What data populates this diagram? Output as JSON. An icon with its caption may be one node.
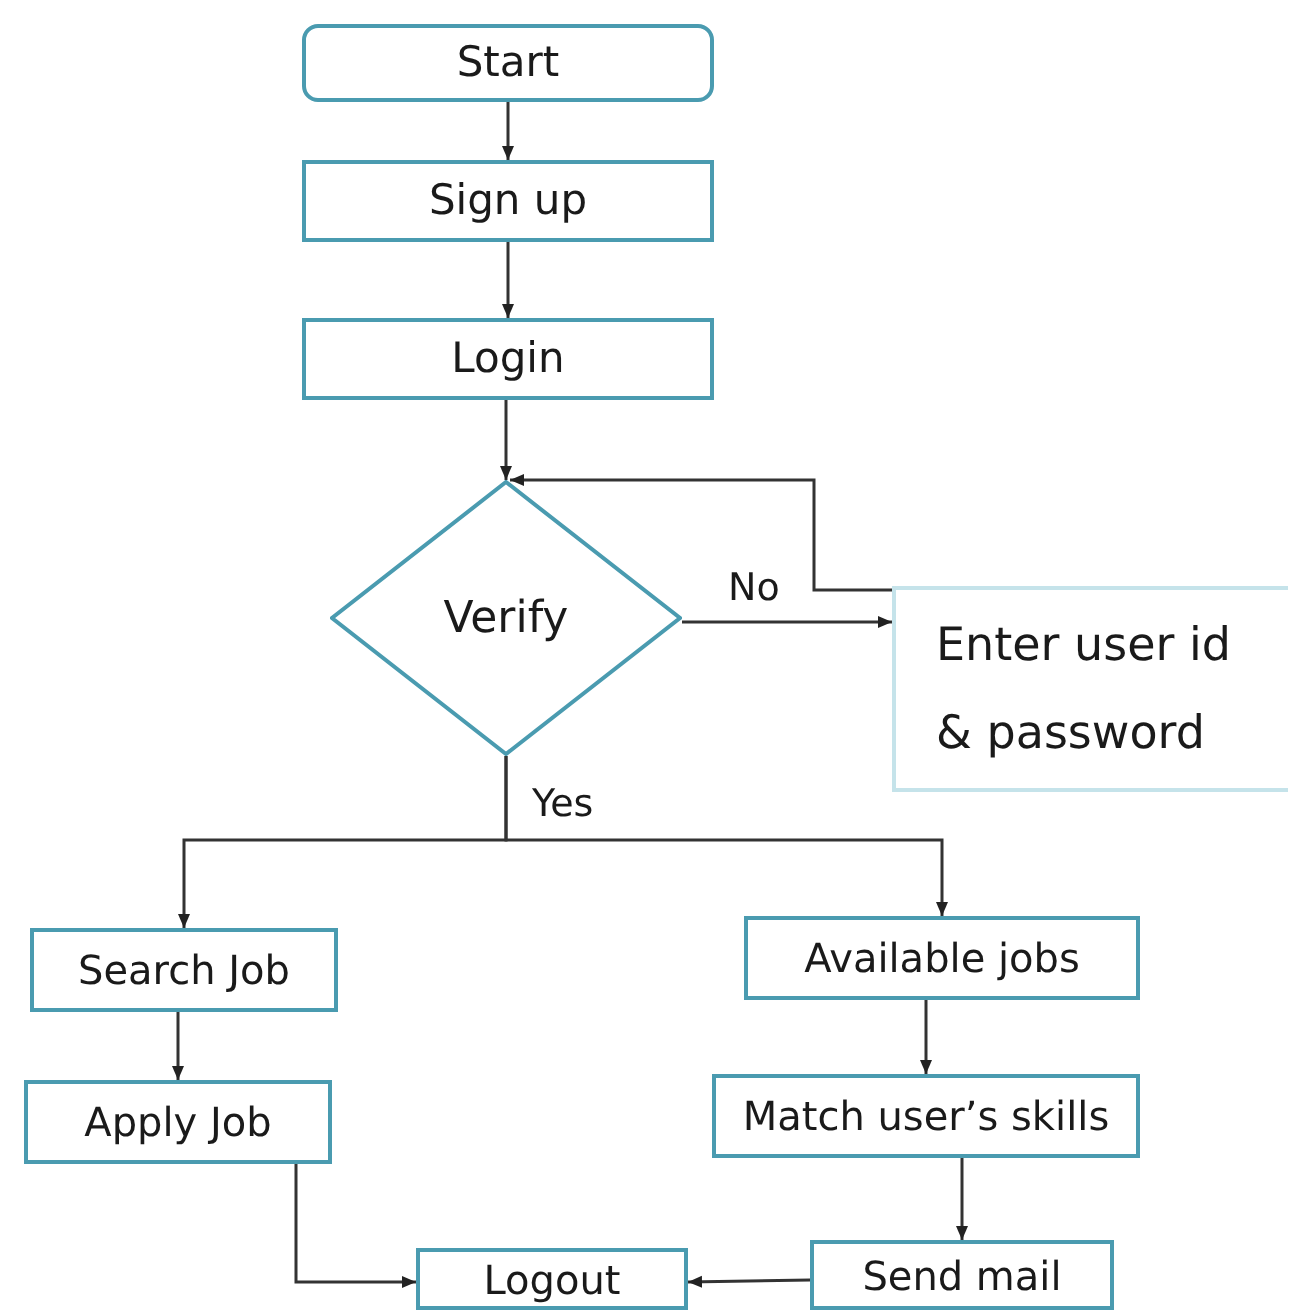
{
  "diagram": {
    "nodes": [
      {
        "text": [
          "Start"
        ]
      },
      {
        "text": [
          "Sign up"
        ]
      },
      {
        "text": [
          "Login"
        ]
      },
      {
        "text": [
          "Verify"
        ]
      },
      {
        "text": [
          "Enter user id & password"
        ]
      },
      {
        "text": [
          "Search Job"
        ]
      },
      {
        "text": [
          "Apply Job"
        ]
      },
      {
        "text": [
          "Available jobs"
        ]
      },
      {
        "text": [
          "Match user’s skills"
        ]
      },
      {
        "text": [
          "Send mail"
        ]
      },
      {
        "text": [
          "Logout"
        ]
      }
    ],
    "edges": [
      {
        "from": 0,
        "to": 1,
        "arrow": "to"
      },
      {
        "from": 1,
        "to": 2,
        "arrow": "to"
      },
      {
        "from": 2,
        "to": 3,
        "arrow": "to"
      },
      {
        "from": 3,
        "to": 4,
        "arrow": "to",
        "label": "No"
      },
      {
        "from": 4,
        "to": 3,
        "arrow": "to"
      },
      {
        "from": 3,
        "to": 5,
        "arrow": "to",
        "label": "Yes"
      },
      {
        "from": 3,
        "to": 7,
        "arrow": "to"
      },
      {
        "from": 5,
        "to": 6,
        "arrow": "to"
      },
      {
        "from": 7,
        "to": 8,
        "arrow": "to"
      },
      {
        "from": 8,
        "to": 9,
        "arrow": "to"
      },
      {
        "from": 6,
        "to": 10,
        "arrow": "to"
      },
      {
        "from": 9,
        "to": 10,
        "arrow": "to"
      }
    ]
  }
}
